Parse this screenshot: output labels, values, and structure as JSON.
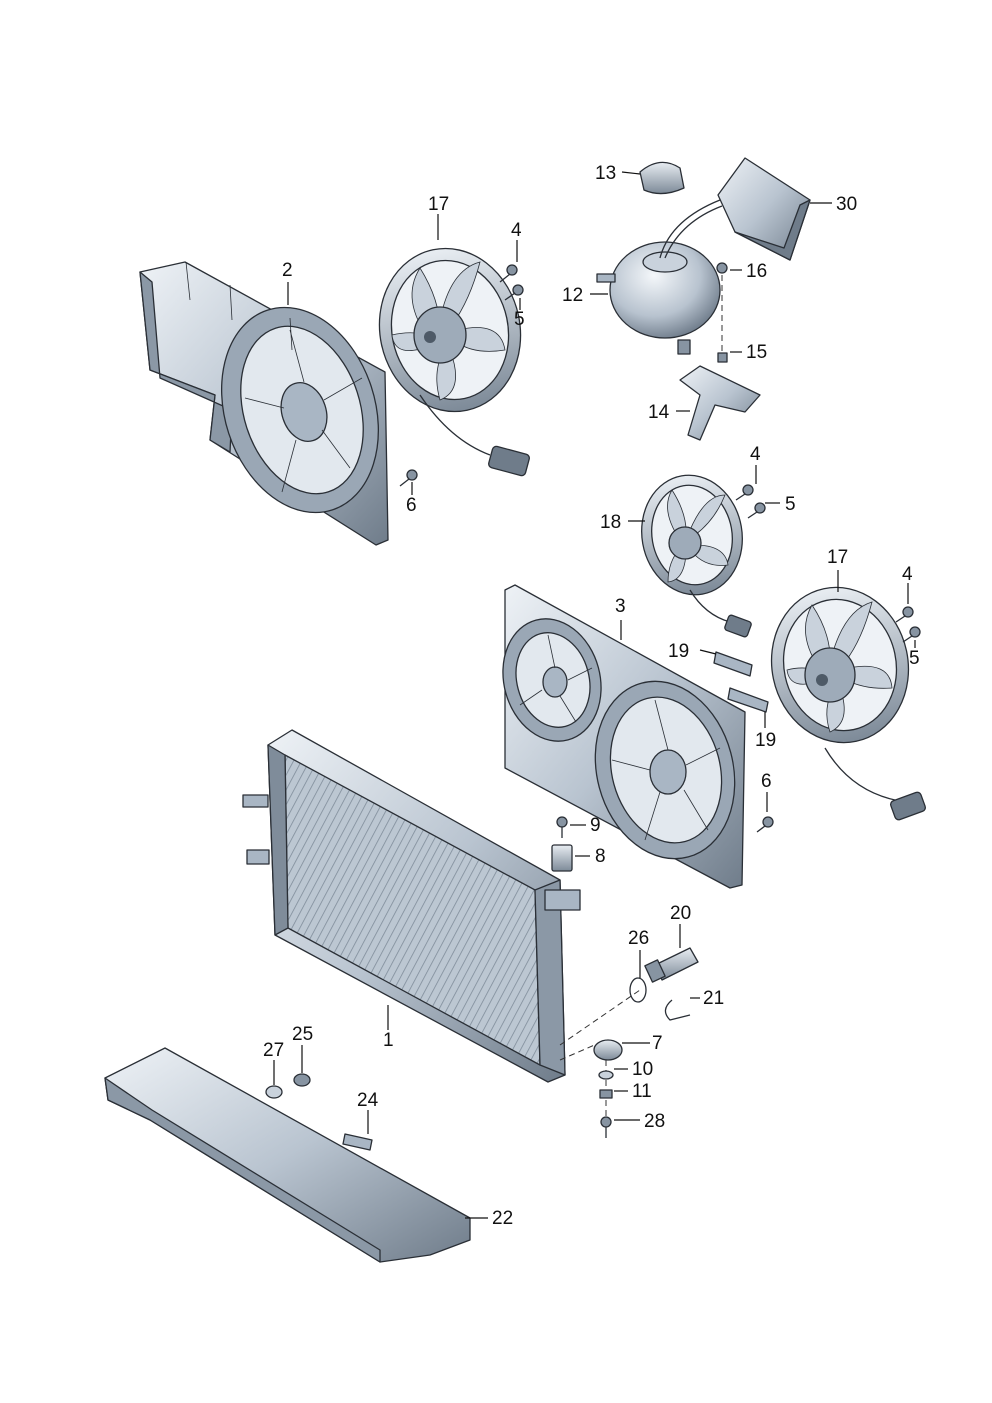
{
  "diagram": {
    "colors": {
      "metal_light": "#d9e2ec",
      "metal_mid": "#a9b6c4",
      "metal_dark": "#5d6b7a",
      "outline": "#2a2f36",
      "background": "#ffffff"
    },
    "callouts": {
      "c1": "1",
      "c2": "2",
      "c3": "3",
      "c4a": "4",
      "c4b": "4",
      "c4c": "4",
      "c5a": "5",
      "c5b": "5",
      "c5c": "5",
      "c6a": "6",
      "c6b": "6",
      "c7": "7",
      "c8": "8",
      "c9": "9",
      "c10": "10",
      "c11": "11",
      "c12": "12",
      "c13": "13",
      "c14": "14",
      "c15": "15",
      "c16": "16",
      "c17a": "17",
      "c17b": "17",
      "c18": "18",
      "c19a": "19",
      "c19b": "19",
      "c20": "20",
      "c21": "21",
      "c22": "22",
      "c24": "24",
      "c25": "25",
      "c26": "26",
      "c27": "27",
      "c28": "28",
      "c30": "30"
    }
  }
}
